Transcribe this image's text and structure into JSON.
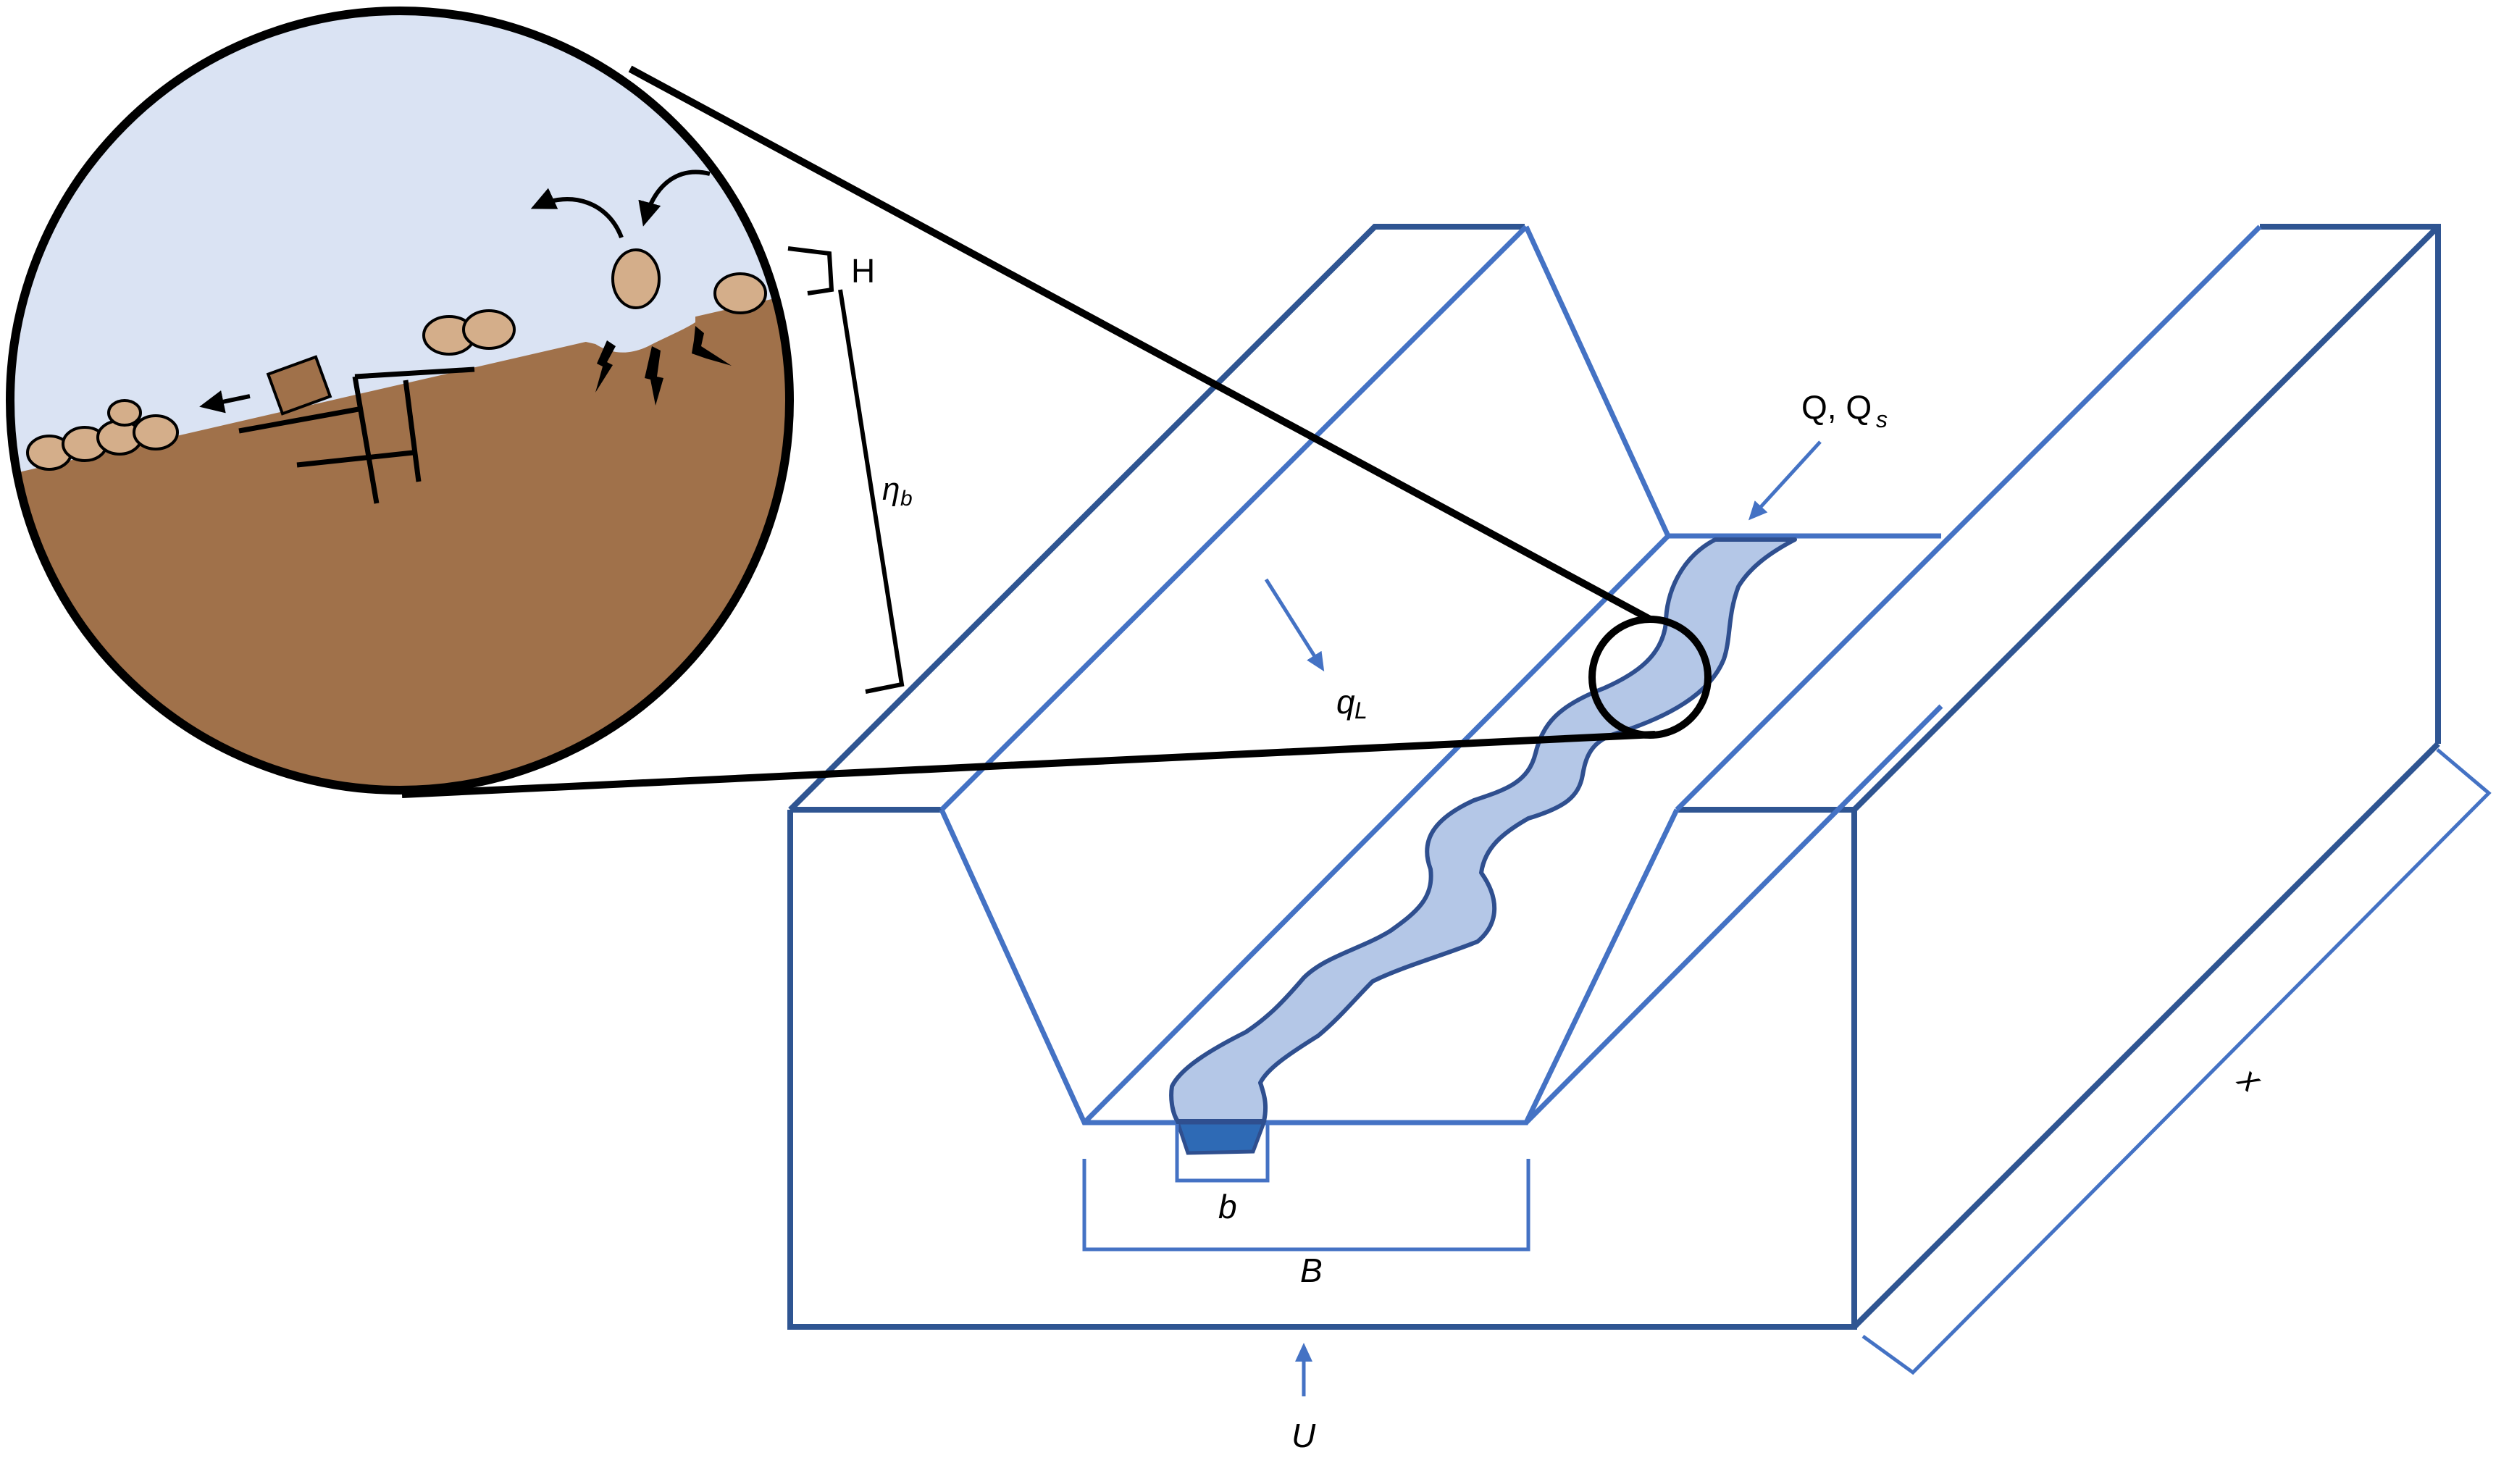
{
  "labels": {
    "discharge": "Q, Q",
    "discharge_sub": "s",
    "lateral_inflow": "q",
    "lateral_inflow_sub": "L",
    "channel_width": "b",
    "valley_width": "B",
    "uplift": "U",
    "distance": "x",
    "sediment_depth": "H",
    "bedrock_elevation": "η",
    "bedrock_elevation_sub": "b"
  },
  "colors": {
    "block_outline": "#2f5592",
    "block_inner": "#4472c4",
    "channel_fill": "#b4c7e7",
    "channel_outline": "#2f4f8f",
    "channel_mouth": "#2e6ab5",
    "sky": "#dae3f3",
    "soil": "#a0714a",
    "sediment": "#d4ae8a",
    "ink": "#000000"
  }
}
